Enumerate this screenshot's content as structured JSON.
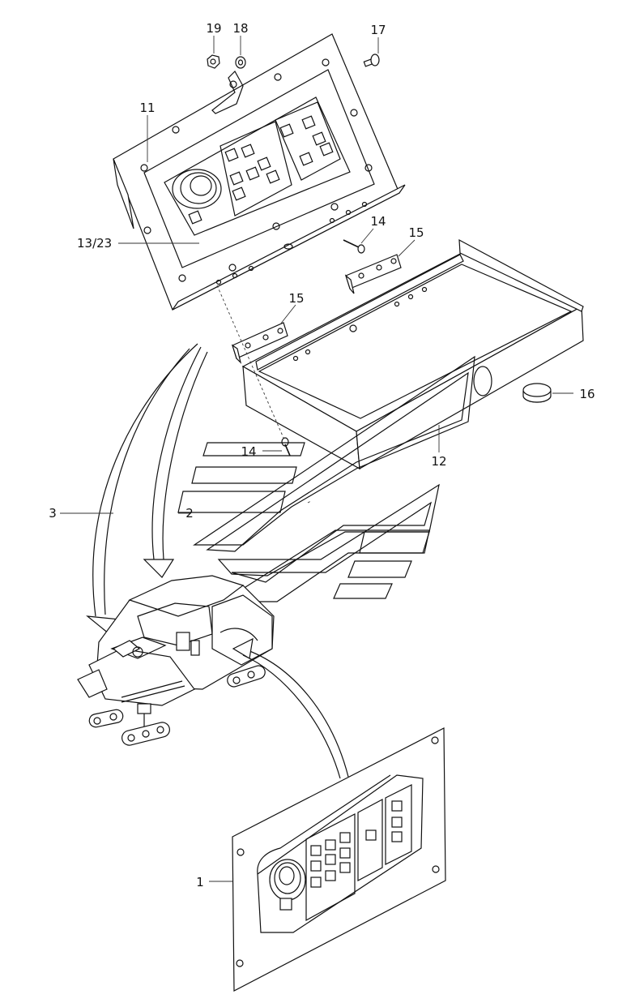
{
  "callouts": {
    "c19": "19",
    "c18": "18",
    "c17": "17",
    "c11": "11",
    "c13_23": "13/23",
    "c14a": "14",
    "c15a": "15",
    "c15b": "15",
    "c16": "16",
    "c14b": "14",
    "c12": "12",
    "c3": "3",
    "c2": "2",
    "c1": "1"
  }
}
